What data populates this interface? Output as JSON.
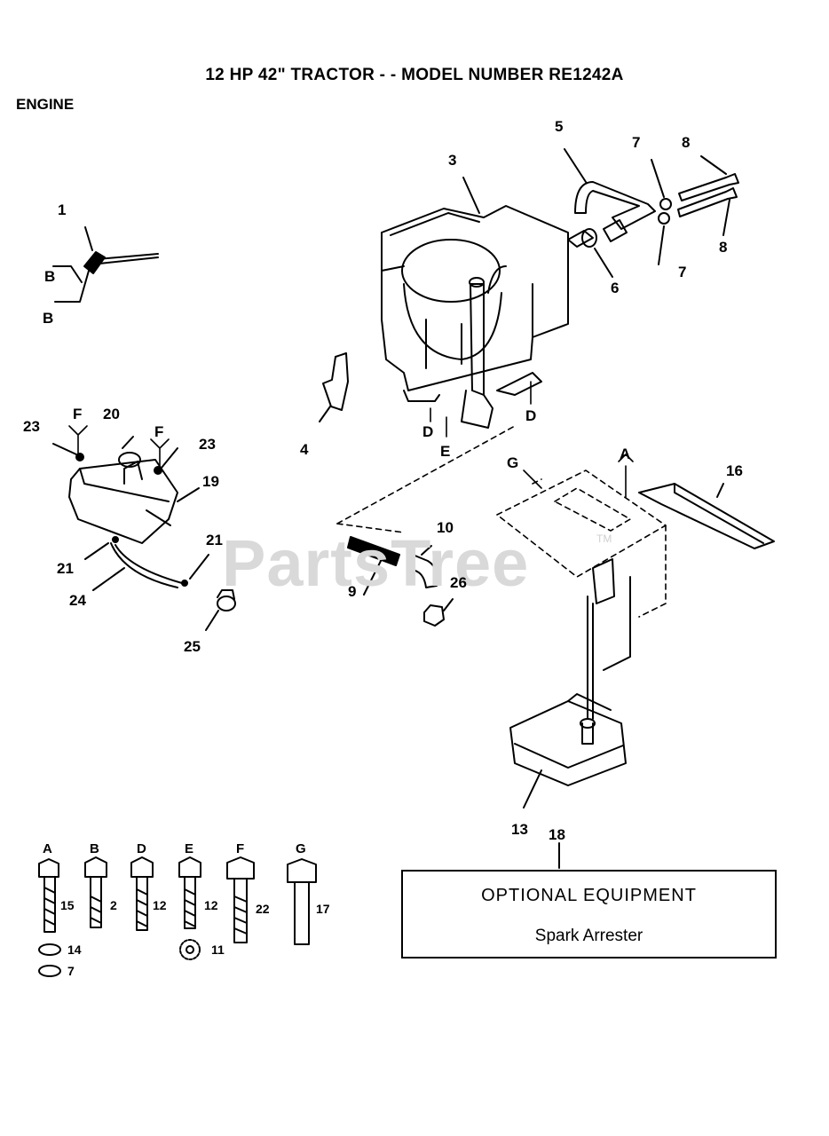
{
  "header": {
    "title": "12 HP 42\"  TRACTOR - - MODEL NUMBER RE1242A",
    "section": "ENGINE"
  },
  "watermark": {
    "text": "PartsTree",
    "tm": "TM"
  },
  "callouts": {
    "c1": "1",
    "c3": "3",
    "c4": "4",
    "c5": "5",
    "c6": "6",
    "c7a": "7",
    "c7b": "7",
    "c8a": "8",
    "c8b": "8",
    "c9": "9",
    "c10": "10",
    "c13": "13",
    "c16": "16",
    "c18": "18",
    "c19": "19",
    "c20": "20",
    "c21a": "21",
    "c21b": "21",
    "c23a": "23",
    "c23b": "23",
    "c24": "24",
    "c25": "25",
    "c26": "26"
  },
  "letters": {
    "b1": "B",
    "b2": "B",
    "f1": "F",
    "f2": "F",
    "d1": "D",
    "d2": "D",
    "e1": "E",
    "g1": "G",
    "a1": "A"
  },
  "hardware": [
    {
      "letter": "A",
      "part": "15",
      "washers": [
        "14",
        "7"
      ]
    },
    {
      "letter": "B",
      "part": "2",
      "washers": []
    },
    {
      "letter": "D",
      "part": "12",
      "washers": []
    },
    {
      "letter": "E",
      "part": "12",
      "washers": [
        "11"
      ]
    },
    {
      "letter": "F",
      "part": "22",
      "washers": []
    },
    {
      "letter": "G",
      "part": "17",
      "washers": []
    }
  ],
  "optional": {
    "title": "OPTIONAL EQUIPMENT",
    "item": "Spark Arrester"
  }
}
